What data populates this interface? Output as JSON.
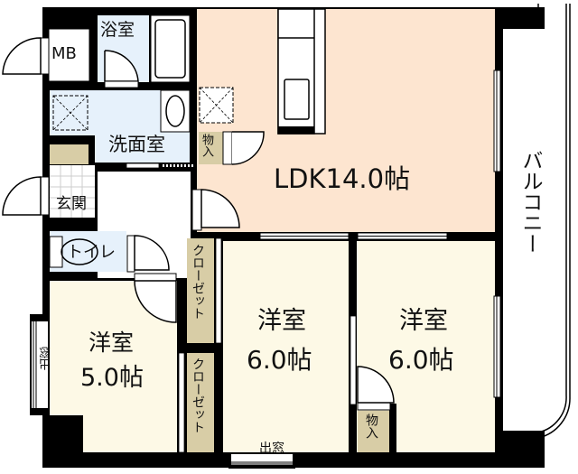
{
  "floor_plan": {
    "colors": {
      "wall": "#000000",
      "ldk": "#FDE5D0",
      "bedroom": "#FDF9E6",
      "wet_area": "#E6F1FB",
      "storage": "#D8CDA6",
      "balcony": "#FFFFFF",
      "entrance": "#FFFFFF"
    },
    "rooms": {
      "ldk": {
        "name": "LDK",
        "size": "14.0帖",
        "label": "LDK14.0帖"
      },
      "bedroom_left": {
        "name": "洋室",
        "size": "5.0帖"
      },
      "bedroom_center": {
        "name": "洋室",
        "size": "6.0帖"
      },
      "bedroom_right": {
        "name": "洋室",
        "size": "6.0帖"
      },
      "bathroom": {
        "name": "浴室"
      },
      "washroom": {
        "name": "洗面室"
      },
      "toilet": {
        "name": "トイレ"
      },
      "entrance": {
        "name": "玄関"
      },
      "meter_box": {
        "name": "MB"
      },
      "balcony": {
        "name": "バルコニー"
      }
    },
    "storage": {
      "closet_upper": "クローゼット",
      "closet_lower": "クローゼット",
      "storage_ldk": "物入",
      "storage_bedroom": "物入"
    },
    "windows": {
      "bay_window_left": "出窓",
      "bay_window_bottom": "出窓"
    }
  }
}
